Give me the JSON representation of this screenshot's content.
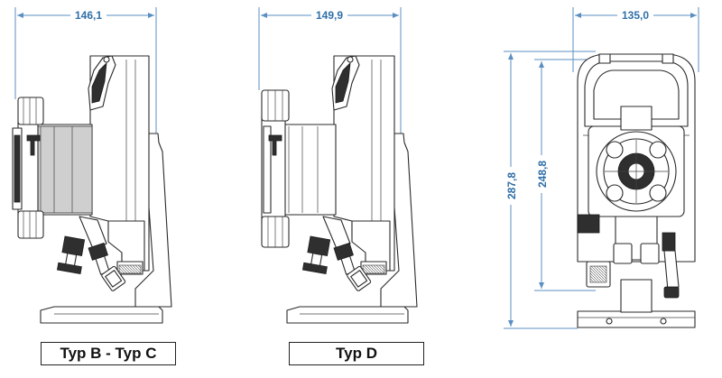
{
  "dimensions": {
    "width_bc": "146,1",
    "width_d": "149,9",
    "width_front": "135,0",
    "height_total": "287,8",
    "height_body": "248,8"
  },
  "labels": {
    "typ_bc": "Typ B - Typ C",
    "typ_d": "Typ D"
  },
  "colors": {
    "dimension": "#2f6fa7",
    "outline": "#2a2a2a"
  }
}
